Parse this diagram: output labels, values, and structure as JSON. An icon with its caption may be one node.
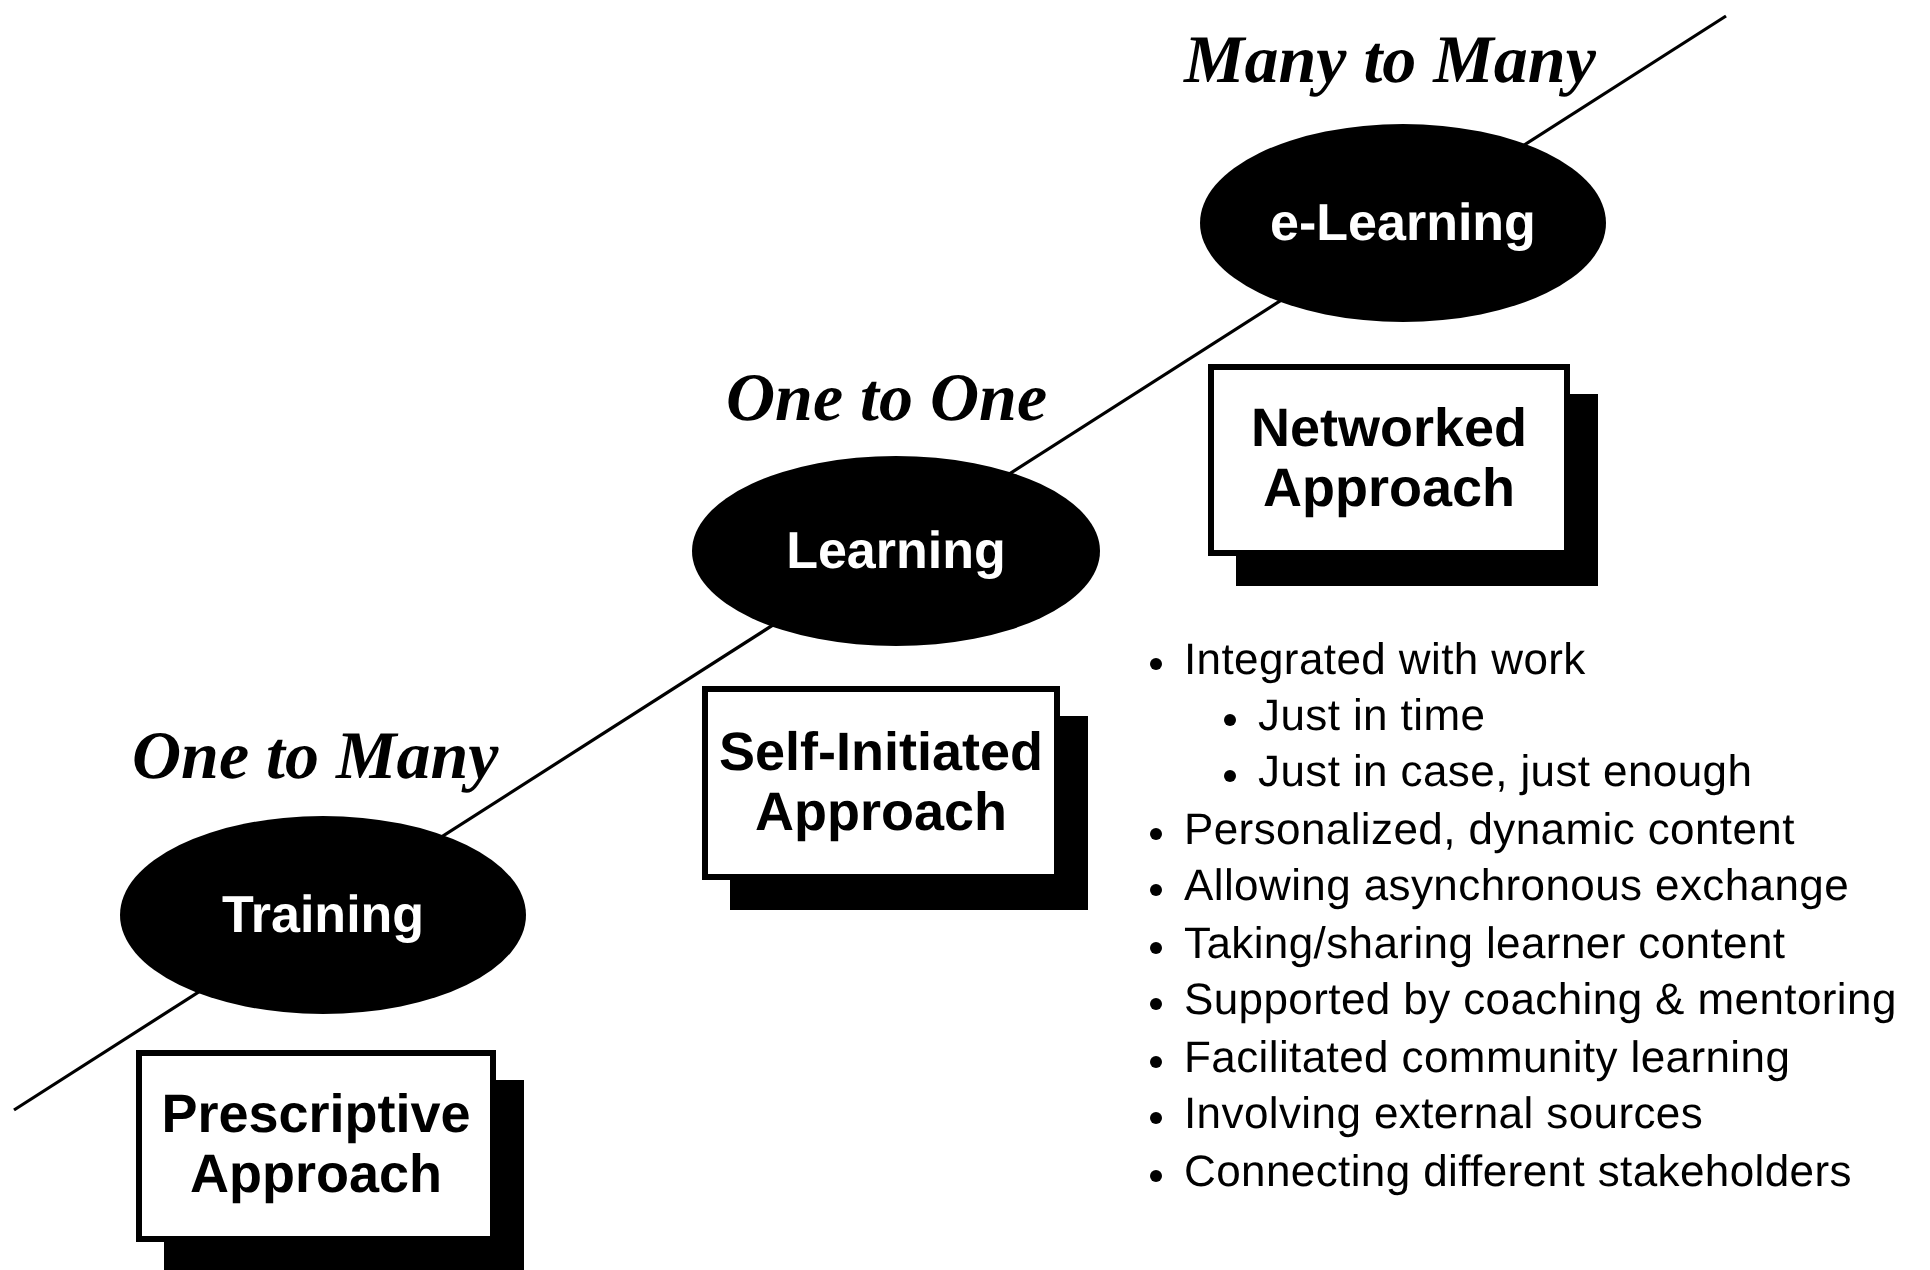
{
  "diagram": {
    "nodes": [
      {
        "text": [
          "e-Learning"
        ]
      },
      {
        "text": [
          "Networked Approach"
        ]
      },
      {
        "text": [
          "Learning"
        ]
      },
      {
        "text": [
          "Self-Initiated Approach"
        ]
      },
      {
        "text": [
          "Training"
        ]
      },
      {
        "text": [
          "Prescriptive Approach"
        ]
      }
    ],
    "labels": [
      "Many to Many",
      "One to One",
      "One to Many",
      "Integrated with work",
      "Just in time",
      "Just in case, just enough",
      "Personalized, dynamic content",
      "Allowing asynchronous exchange",
      "Taking/sharing learner content",
      "Supported by coaching & mentoring",
      "Facilitated community learning",
      "Involving external sources",
      "Connecting different stakeholders"
    ]
  }
}
